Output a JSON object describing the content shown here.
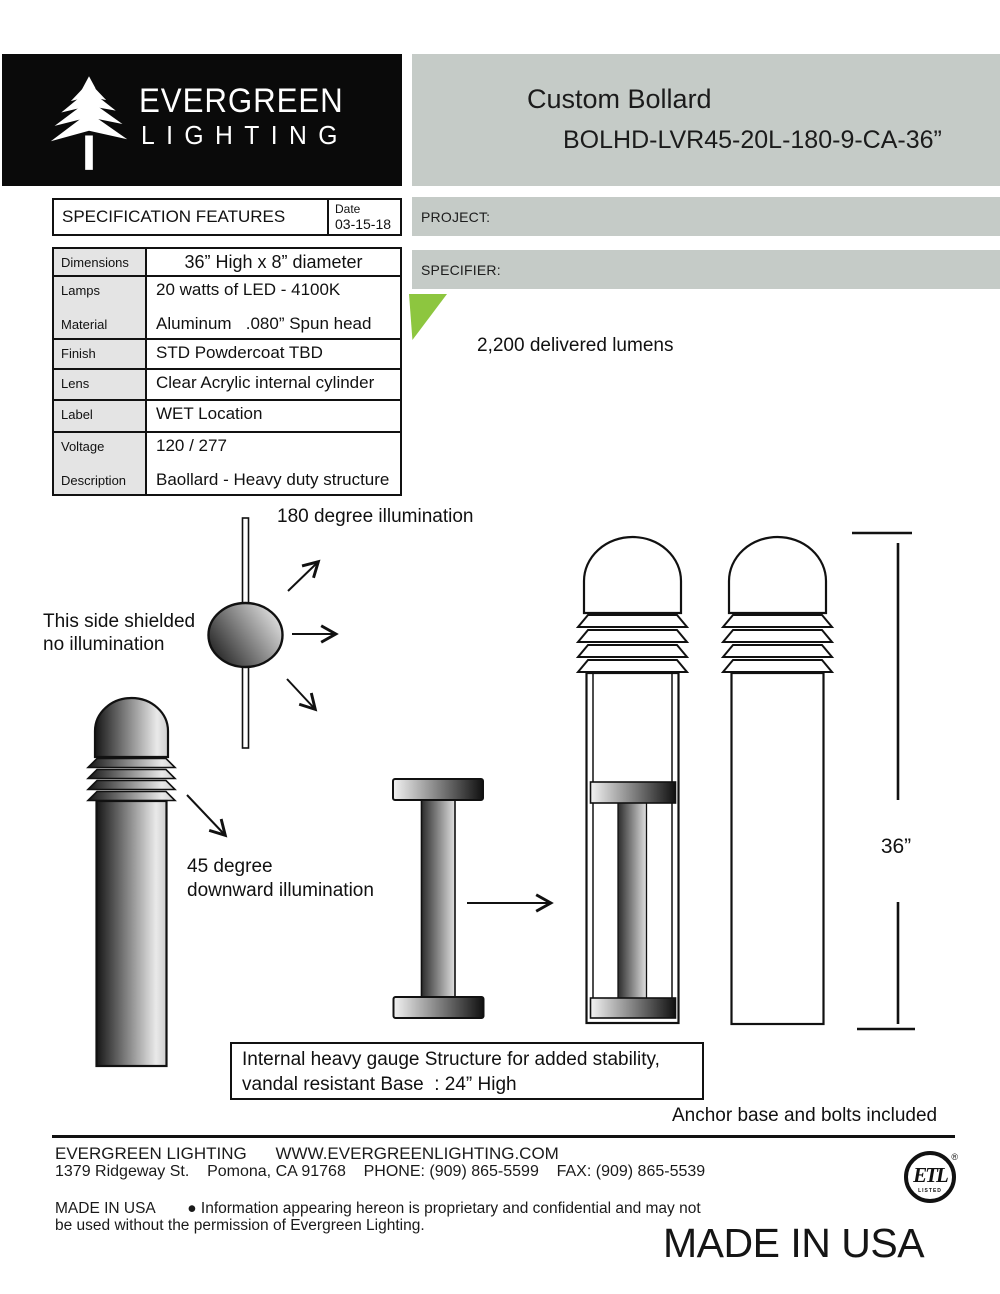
{
  "logo": {
    "brand_line1": "EVERGREEN",
    "brand_line2": "LIGHTING"
  },
  "header": {
    "title": "Custom Bollard",
    "model": "BOLHD-LVR45-20L-180-9-CA-36”"
  },
  "project": {
    "label": "PROJECT:",
    "value": ""
  },
  "specifier": {
    "label": "SPECIFIER:",
    "value": ""
  },
  "spec_table": {
    "title": "SPECIFICATION FEATURES",
    "date_label": "Date",
    "date_value": "03-15-18",
    "rows": [
      {
        "label": "Dimensions",
        "value": "36” High x 8” diameter"
      },
      {
        "label": "Lamps",
        "value": "20 watts of LED - 4100K"
      },
      {
        "label": "Material",
        "value": "Aluminum   .080” Spun head"
      },
      {
        "label": "Finish",
        "value": "STD Powdercoat TBD"
      },
      {
        "label": "Lens",
        "value": "Clear Acrylic internal cylinder"
      },
      {
        "label": "Label",
        "value": "WET Location"
      },
      {
        "label": "Voltage",
        "value": "120 / 277"
      },
      {
        "label": "Description",
        "value": "Baollard - Heavy duty structure"
      }
    ]
  },
  "highlight": {
    "lumens": "2,200 delivered lumens",
    "accent_color": "#8dc63f"
  },
  "diagram": {
    "label_180": "180 degree illumination",
    "shielded_line1": "This side shielded",
    "shielded_line2": "no illumination",
    "deg45_line1": "45 degree",
    "deg45_line2": "downward illumination",
    "dimension": "36”",
    "note_line1": "Internal heavy gauge Structure for added stability,",
    "note_line2": "vandal resistant Base  : 24” High",
    "anchor_note": "Anchor base and bolts included"
  },
  "footer": {
    "company": "EVERGREEN LIGHTING",
    "website": "WWW.EVERGREENLIGHTING.COM",
    "address": "1379 Ridgeway St.    Pomona, CA 91768    PHONE: (909) 865-5599    FAX: (909) 865-5539",
    "made_in": "MADE IN USA",
    "legal_line1": "● Information appearing hereon is proprietary and confidential and may not",
    "legal_line2": "be used without the permission of Evergreen Lighting.",
    "made_in_large": "MADE IN USA",
    "etl_text": "ETL",
    "etl_listed": "LISTED",
    "etl_registered": "®"
  }
}
